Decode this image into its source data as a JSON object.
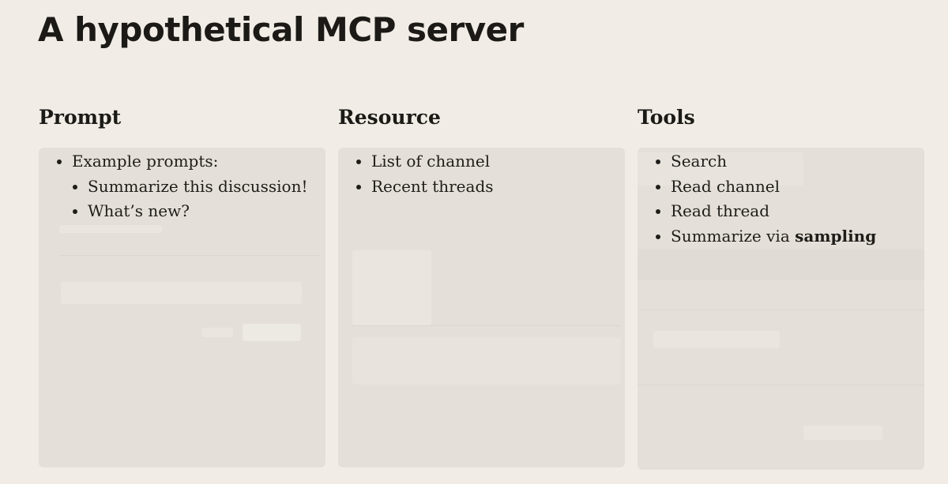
{
  "title": "A hypothetical MCP server",
  "columns": {
    "prompt": {
      "heading": "Prompt",
      "item_0": "Example prompts:",
      "sub_items": [
        "Summarize this discussion!",
        "What’s new?"
      ]
    },
    "resource": {
      "heading": "Resource",
      "items": [
        "List of channel",
        "Recent threads"
      ]
    },
    "tools": {
      "heading": "Tools",
      "items": [
        "Search",
        "Read channel",
        "Read thread"
      ],
      "last_item_prefix": "Summarize via ",
      "last_item_bold": "sampling"
    }
  }
}
